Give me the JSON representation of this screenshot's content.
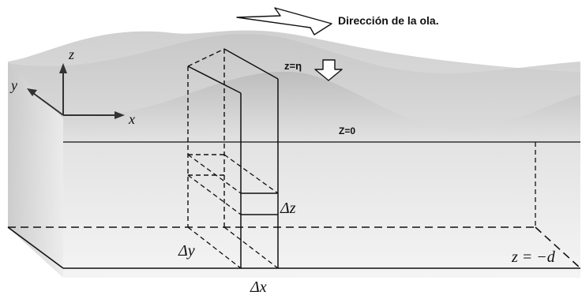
{
  "labels": {
    "wave_direction": "Dirección de la ola.",
    "surface_eq": "z=η",
    "mean_level": "Z=0",
    "bottom_eq": "z = −d",
    "delta_x": "Δx",
    "delta_y": "Δy",
    "delta_z": "Δz",
    "axis_x": "x",
    "axis_y": "y",
    "axis_z": "z"
  },
  "colors": {
    "line": "#111111",
    "arrow_fill": "#ffffff"
  }
}
